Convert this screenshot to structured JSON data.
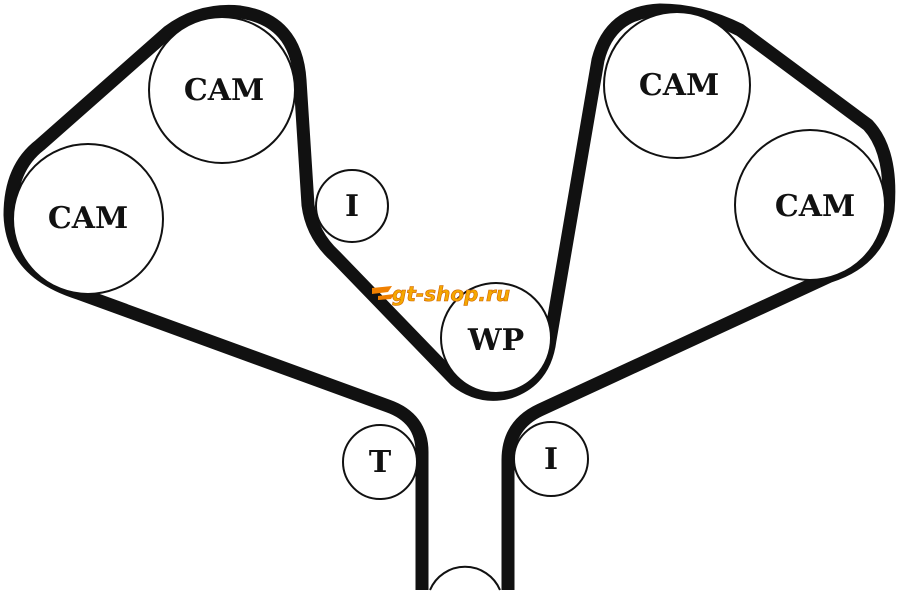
{
  "title": "Timing belt routing diagram",
  "pulleys": [
    {
      "id": "cam-top-left",
      "label": "CAM"
    },
    {
      "id": "cam-left",
      "label": "CAM"
    },
    {
      "id": "idler-upper",
      "label": "I"
    },
    {
      "id": "water-pump",
      "label": "WP"
    },
    {
      "id": "cam-top-right",
      "label": "CAM"
    },
    {
      "id": "cam-right",
      "label": "CAM"
    },
    {
      "id": "tensioner",
      "label": "T"
    },
    {
      "id": "idler-lower",
      "label": "I"
    },
    {
      "id": "crankshaft",
      "label": ""
    }
  ],
  "watermark": "gt-shop.ru",
  "colors": {
    "belt": "#111111",
    "watermark": "#f5a800"
  }
}
